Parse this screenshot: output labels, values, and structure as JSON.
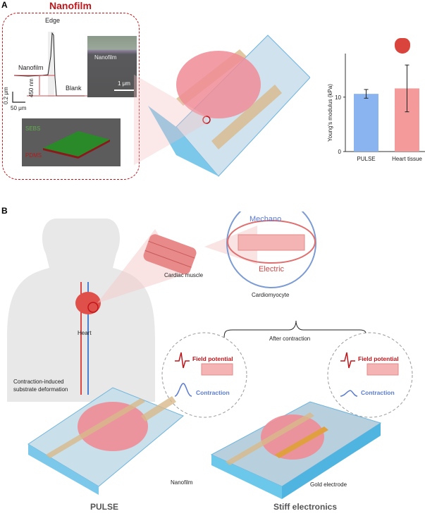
{
  "panel_a": {
    "label": "A",
    "title": "Nanofilm",
    "profile": {
      "edge": "Edge",
      "nanofilm": "Nanofilm",
      "blank": "Blank",
      "thickness": "450 nm",
      "scale_y": "0.2 μm",
      "scale_x": "50 μm"
    },
    "sem": {
      "label": "Nanofilm",
      "scale": "1 μm"
    },
    "confocal": {
      "top": "SEBS",
      "bottom": "PDMS"
    },
    "colors": {
      "title": "#c0161b",
      "pulse": "#8ab4f0",
      "heart": "#f49a9a"
    }
  },
  "chart_data": {
    "type": "bar",
    "categories": [
      "PULSE",
      "Heart tissue"
    ],
    "values": [
      10.6,
      11.6
    ],
    "errors": [
      [
        9.8,
        11.4
      ],
      [
        7.3,
        15.9
      ]
    ],
    "ylabel": "Young's modulus (kPa)",
    "yticks": [
      0,
      10
    ],
    "ylim": [
      0,
      18
    ]
  },
  "panel_b": {
    "label": "B",
    "mechano": "Mechano",
    "electric": "Electric",
    "cardiac_muscle": "Cardiac muscle",
    "cardiomyocyte": "Cardiomyocyte",
    "heart": "Heart",
    "after_contraction": "After contraction",
    "field_potential": "Field potential",
    "contraction": "Contraction",
    "substrate_deformation": "Contraction-induced substrate deformation",
    "nanofilm": "Nanofilm",
    "gold_electrode": "Gold electrode",
    "pulse": "PULSE",
    "stiff": "Stiff electronics"
  }
}
